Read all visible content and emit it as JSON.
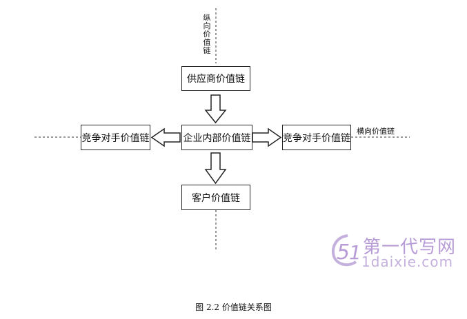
{
  "diagram": {
    "vertical_axis_label": "纵向价值链",
    "horizontal_axis_label": "横向价值链",
    "nodes": {
      "top": "供应商价值链",
      "center": "企业内部价值链",
      "left": "竞争对手价值链",
      "right": "竞争对手价值链",
      "bottom": "客户价值链"
    },
    "caption": "图 2.2  价值链关系图"
  },
  "watermark": {
    "title": "第一代写网",
    "subtitle": "1daixie.com",
    "color": "#b79bd6"
  }
}
